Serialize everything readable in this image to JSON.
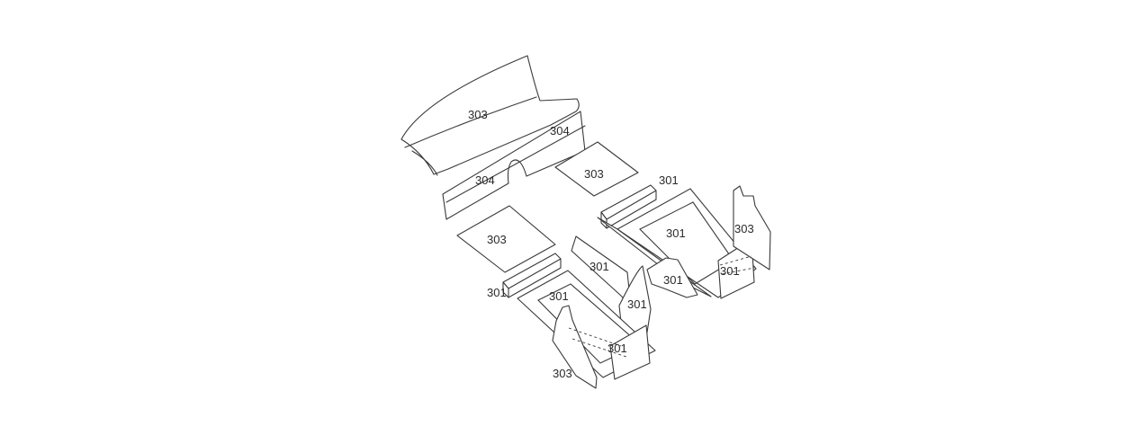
{
  "labels": {
    "crossmember_top": "303",
    "crossmember_right": "304",
    "crossmember_left": "304",
    "floor_panel_right": "303",
    "floor_panel_left": "303",
    "rail_right_upper": "301",
    "rail_right_inner": "301",
    "rail_right_front": "301",
    "bracket_right": "303",
    "bracket_center_right": "301",
    "rail_left_center": "301",
    "rail_left_strip": "301",
    "rail_left_inner": "301",
    "rail_left_side": "301",
    "rail_left_front": "301",
    "bracket_left": "303"
  }
}
